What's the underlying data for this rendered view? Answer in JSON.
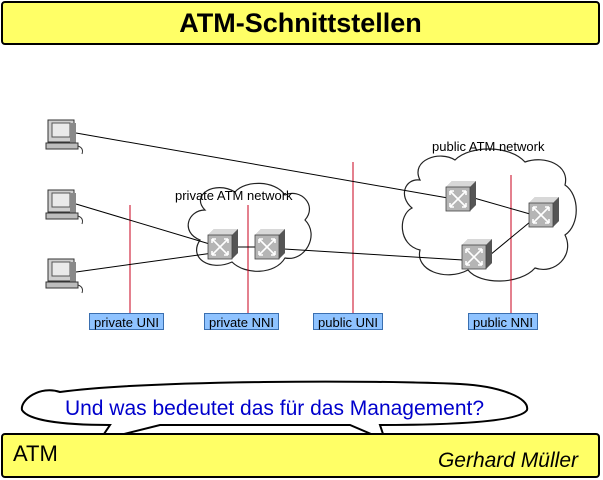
{
  "title": "ATM-Schnittstellen",
  "networks": {
    "private": "private ATM network",
    "public": "public ATM network"
  },
  "interfaces": {
    "private_uni": "private UNI",
    "private_nni": "private NNI",
    "public_uni": "public UNI",
    "public_nni": "public NNI"
  },
  "question": "Und was bedeutet das für das Management?",
  "footer": {
    "left": "ATM",
    "right": "Gerhard Müller"
  },
  "colors": {
    "banner": "#ffff66",
    "interface_label": "#8fc3ff",
    "interface_line": "#c8001e",
    "question_text": "#0000cc"
  },
  "icons": [
    "computer-icon",
    "atm-switch-icon"
  ]
}
